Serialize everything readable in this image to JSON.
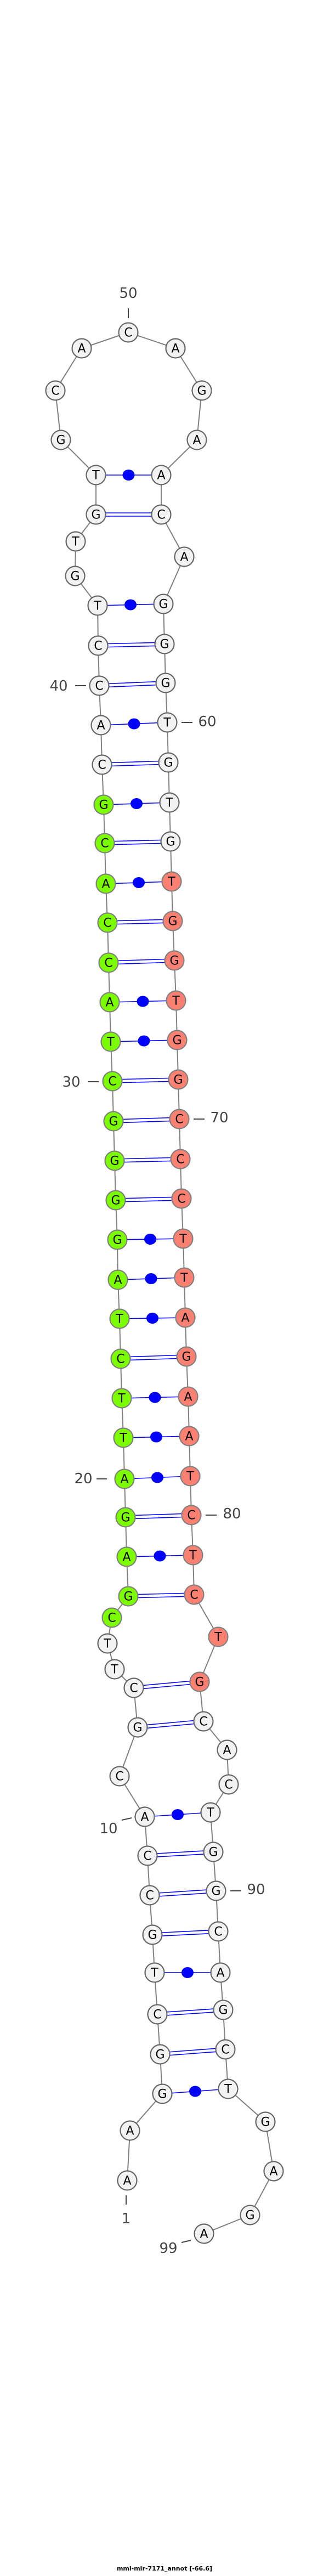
{
  "title": "mml-mir-7171_annot [-66.6]",
  "sequence": [
    "A",
    "A",
    "G",
    "G",
    "C",
    "T",
    "G",
    "C",
    "C",
    "A",
    "C",
    "G",
    "C",
    "T",
    "T",
    "C",
    "G",
    "A",
    "G",
    "A",
    "T",
    "T",
    "C",
    "T",
    "A",
    "G",
    "G",
    "G",
    "G",
    "C",
    "T",
    "A",
    "C",
    "C",
    "A",
    "C",
    "G",
    "C",
    "A",
    "C",
    "C",
    "T",
    "G",
    "T",
    "G",
    "T",
    "G",
    "C",
    "A",
    "C",
    "A",
    "G",
    "A",
    "A",
    "C",
    "A",
    "G",
    "G",
    "G",
    "T",
    "G",
    "T",
    "G",
    "T",
    "G",
    "G",
    "T",
    "G",
    "G",
    "C",
    "C",
    "C",
    "T",
    "T",
    "A",
    "G",
    "A",
    "A",
    "T",
    "C",
    "T",
    "C",
    "T",
    "G",
    "C",
    "A",
    "C",
    "T",
    "G",
    "G",
    "C",
    "A",
    "G",
    "C",
    "T",
    "G",
    "A",
    "G",
    "A"
  ],
  "pairs": [
    [
      3,
      95
    ],
    [
      4,
      94
    ],
    [
      5,
      93
    ],
    [
      6,
      92
    ],
    [
      7,
      91
    ],
    [
      8,
      90
    ],
    [
      9,
      89
    ],
    [
      10,
      88
    ],
    [
      12,
      85
    ],
    [
      13,
      84
    ],
    [
      17,
      82
    ],
    [
      18,
      81
    ],
    [
      19,
      80
    ],
    [
      20,
      79
    ],
    [
      21,
      78
    ],
    [
      22,
      77
    ],
    [
      23,
      76
    ],
    [
      24,
      75
    ],
    [
      25,
      74
    ],
    [
      26,
      73
    ],
    [
      27,
      72
    ],
    [
      28,
      71
    ],
    [
      29,
      70
    ],
    [
      30,
      69
    ],
    [
      31,
      68
    ],
    [
      32,
      67
    ],
    [
      33,
      66
    ],
    [
      34,
      65
    ],
    [
      35,
      64
    ],
    [
      36,
      63
    ],
    [
      37,
      62
    ],
    [
      38,
      61
    ],
    [
      39,
      60
    ],
    [
      40,
      59
    ],
    [
      41,
      58
    ],
    [
      42,
      57
    ],
    [
      45,
      55
    ],
    [
      46,
      54
    ]
  ],
  "highlights": [
    {
      "name": "mature-5p",
      "from": 16,
      "to": 37,
      "color": "#7cfc00"
    },
    {
      "name": "mature-3p",
      "from": 64,
      "to": 84,
      "color": "#fa8072"
    }
  ],
  "colors": {
    "default_fill": "#f2f2f2",
    "pair_line": "#0000ff",
    "backbone": "#808080",
    "outline": "#666666"
  },
  "number_labels": [
    "1",
    "10",
    "20",
    "30",
    "40",
    "50",
    "60",
    "70",
    "80",
    "90",
    "99"
  ]
}
